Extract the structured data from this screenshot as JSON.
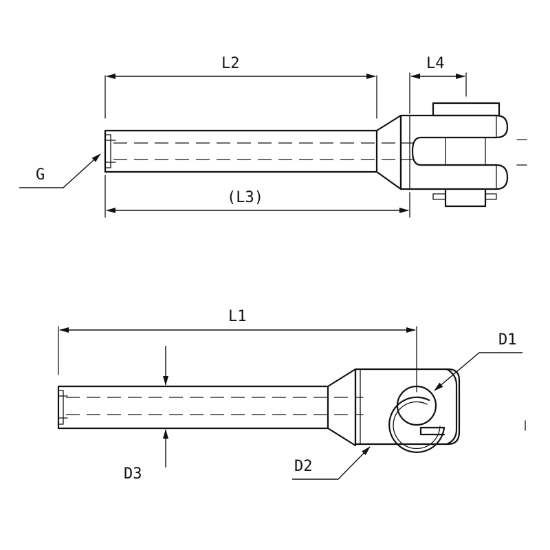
{
  "dimensions": {
    "L2": "L2",
    "L4": "L4",
    "L3": "(L3)",
    "G": "G",
    "L1": "L1",
    "D1": "D1",
    "D2": "D2",
    "D3": "D3"
  }
}
